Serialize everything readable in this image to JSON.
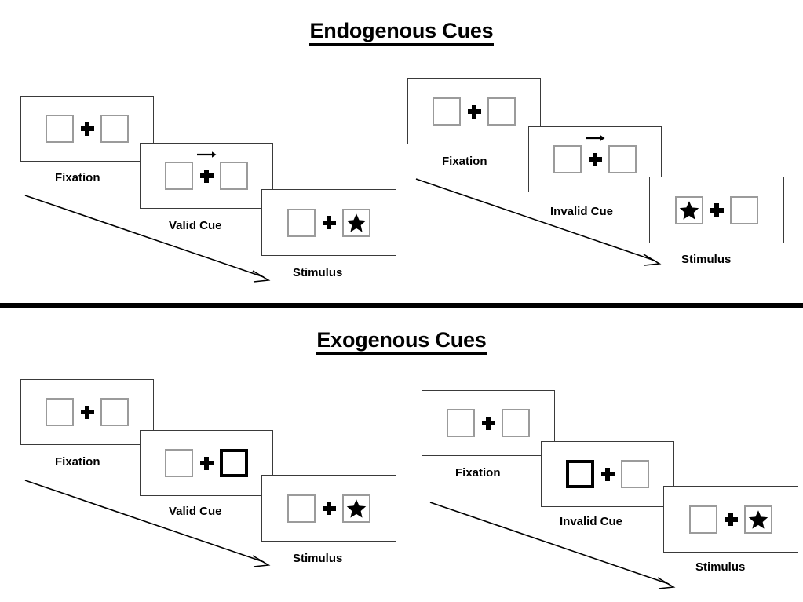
{
  "figure": {
    "type": "posner-cueing-paradigm-diagram",
    "background_color": "#ffffff",
    "box_border_color": "#9b9b9b",
    "cued_box_border_color": "#000000",
    "panel_border_color": "#3a3a3a",
    "divider_color": "#000000"
  },
  "sections": [
    {
      "id": "endogenous",
      "title": "Endogenous Cues",
      "sequences": [
        {
          "id": "endogenous-valid",
          "cue_type": "valid",
          "panels": [
            {
              "label": "Fixation",
              "left_box": {
                "state": "normal",
                "content": "none"
              },
              "center": {
                "fixation_cross": true,
                "arrow": "none"
              },
              "right_box": {
                "state": "normal",
                "content": "none"
              }
            },
            {
              "label": "Valid Cue",
              "left_box": {
                "state": "normal",
                "content": "none"
              },
              "center": {
                "fixation_cross": true,
                "arrow": "right"
              },
              "right_box": {
                "state": "normal",
                "content": "none"
              }
            },
            {
              "label": "Stimulus",
              "left_box": {
                "state": "normal",
                "content": "none"
              },
              "center": {
                "fixation_cross": true,
                "arrow": "none"
              },
              "right_box": {
                "state": "normal",
                "content": "star"
              }
            }
          ],
          "flow_arrow": {
            "direction": "down-right"
          }
        },
        {
          "id": "endogenous-invalid",
          "cue_type": "invalid",
          "panels": [
            {
              "label": "Fixation",
              "left_box": {
                "state": "normal",
                "content": "none"
              },
              "center": {
                "fixation_cross": true,
                "arrow": "none"
              },
              "right_box": {
                "state": "normal",
                "content": "none"
              }
            },
            {
              "label": "Invalid Cue",
              "left_box": {
                "state": "normal",
                "content": "none"
              },
              "center": {
                "fixation_cross": true,
                "arrow": "right"
              },
              "right_box": {
                "state": "normal",
                "content": "none"
              }
            },
            {
              "label": "Stimulus",
              "left_box": {
                "state": "normal",
                "content": "star"
              },
              "center": {
                "fixation_cross": true,
                "arrow": "none"
              },
              "right_box": {
                "state": "normal",
                "content": "none"
              }
            }
          ],
          "flow_arrow": {
            "direction": "down-right"
          }
        }
      ]
    },
    {
      "id": "exogenous",
      "title": "Exogenous Cues",
      "sequences": [
        {
          "id": "exogenous-valid",
          "cue_type": "valid",
          "panels": [
            {
              "label": "Fixation",
              "left_box": {
                "state": "normal",
                "content": "none"
              },
              "center": {
                "fixation_cross": true,
                "arrow": "none"
              },
              "right_box": {
                "state": "normal",
                "content": "none"
              }
            },
            {
              "label": "Valid Cue",
              "left_box": {
                "state": "normal",
                "content": "none"
              },
              "center": {
                "fixation_cross": true,
                "arrow": "none"
              },
              "right_box": {
                "state": "cued",
                "content": "none"
              }
            },
            {
              "label": "Stimulus",
              "left_box": {
                "state": "normal",
                "content": "none"
              },
              "center": {
                "fixation_cross": true,
                "arrow": "none"
              },
              "right_box": {
                "state": "normal",
                "content": "star"
              }
            }
          ],
          "flow_arrow": {
            "direction": "down-right"
          }
        },
        {
          "id": "exogenous-invalid",
          "cue_type": "invalid",
          "panels": [
            {
              "label": "Fixation",
              "left_box": {
                "state": "normal",
                "content": "none"
              },
              "center": {
                "fixation_cross": true,
                "arrow": "none"
              },
              "right_box": {
                "state": "normal",
                "content": "none"
              }
            },
            {
              "label": "Invalid Cue",
              "left_box": {
                "state": "cued",
                "content": "none"
              },
              "center": {
                "fixation_cross": true,
                "arrow": "none"
              },
              "right_box": {
                "state": "normal",
                "content": "none"
              }
            },
            {
              "label": "Stimulus",
              "left_box": {
                "state": "normal",
                "content": "none"
              },
              "center": {
                "fixation_cross": true,
                "arrow": "none"
              },
              "right_box": {
                "state": "normal",
                "content": "star"
              }
            }
          ],
          "flow_arrow": {
            "direction": "down-right"
          }
        }
      ]
    }
  ]
}
